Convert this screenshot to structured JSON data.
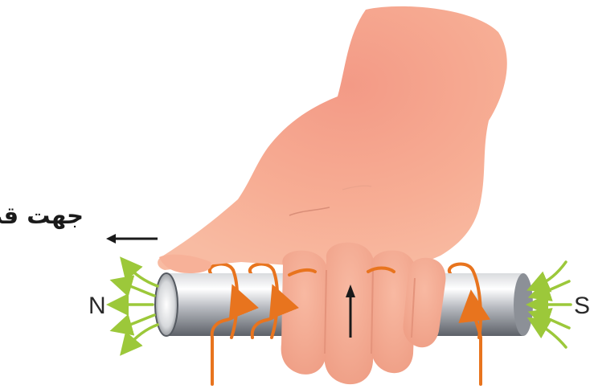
{
  "diagram": {
    "direction_label": "جهت قطب N",
    "pole_left": "N",
    "pole_right": "S"
  },
  "colors": {
    "field_lines": "#9cc83a",
    "current_loops": "#e8741e",
    "hand": "#f5a187",
    "rod": "#b9bcc2",
    "arrow": "#1a1a1a"
  },
  "icons": {
    "hand": "right-hand-grip-icon",
    "direction_arrow": "left-arrow-icon",
    "thumb_arrow": "up-arrow-icon"
  }
}
